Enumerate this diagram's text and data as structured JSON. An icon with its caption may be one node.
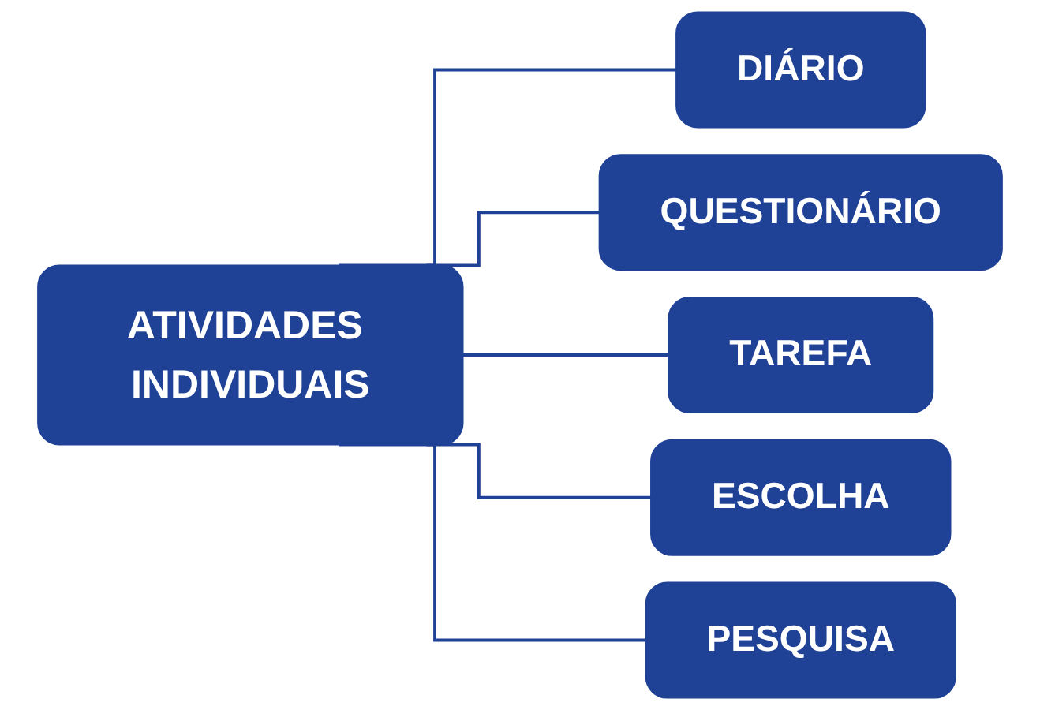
{
  "diagram": {
    "nodes": [
      {
        "text": [
          "ATIVIDADES INDIVIDUAIS"
        ]
      },
      {
        "text": [
          "DIÁRIO"
        ]
      },
      {
        "text": [
          "QUESTIONÁRIO"
        ]
      },
      {
        "text": [
          "TAREFA"
        ]
      },
      {
        "text": [
          "ESCOLHA"
        ]
      },
      {
        "text": [
          "PESQUISA"
        ]
      }
    ],
    "edges": [
      {
        "from": 0,
        "to": 1,
        "arrow": "none"
      },
      {
        "from": 0,
        "to": 2,
        "arrow": "none"
      },
      {
        "from": 0,
        "to": 3,
        "arrow": "none"
      },
      {
        "from": 0,
        "to": 4,
        "arrow": "none"
      },
      {
        "from": 0,
        "to": 5,
        "arrow": "none"
      }
    ]
  }
}
